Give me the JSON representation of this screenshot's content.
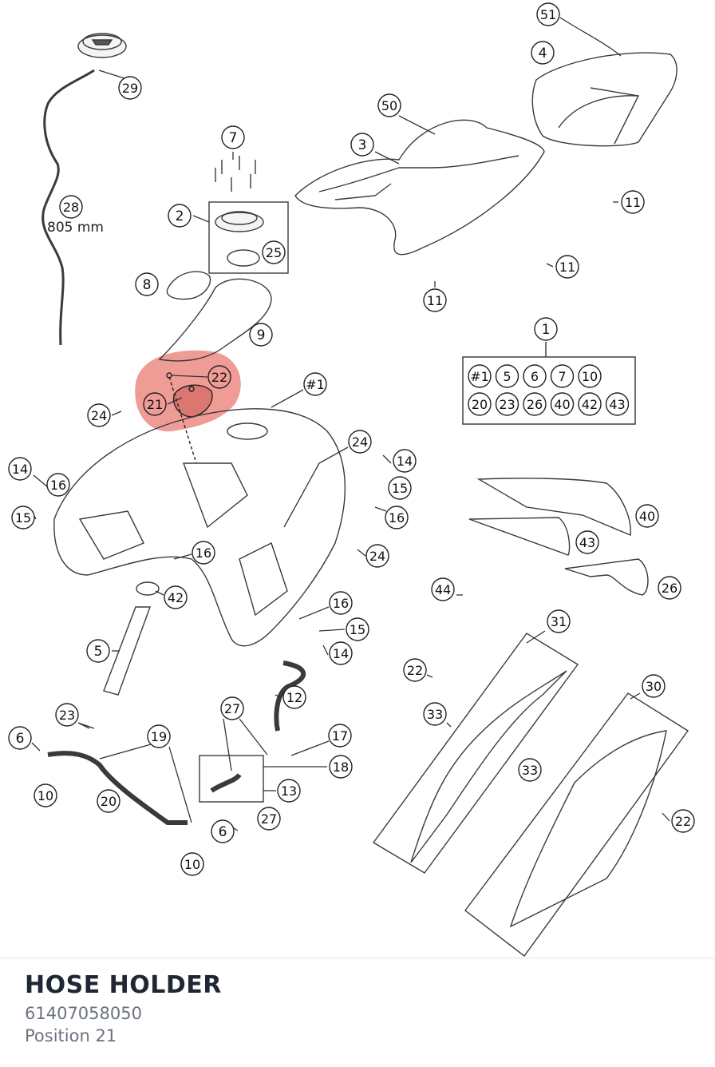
{
  "diagram": {
    "highlight_color": "#e8706a",
    "callouts": [
      {
        "label": "51",
        "highlight": false
      },
      {
        "label": "4",
        "highlight": false
      },
      {
        "label": "29",
        "highlight": false
      },
      {
        "label": "50",
        "highlight": false
      },
      {
        "label": "3",
        "highlight": false
      },
      {
        "label": "7",
        "highlight": false
      },
      {
        "label": "11",
        "highlight": false
      },
      {
        "label": "11",
        "highlight": false
      },
      {
        "label": "11",
        "highlight": false
      },
      {
        "label": "28",
        "highlight": false
      },
      {
        "label": "2",
        "highlight": false
      },
      {
        "label": "25",
        "highlight": false
      },
      {
        "label": "8",
        "highlight": false
      },
      {
        "label": "9",
        "highlight": false
      },
      {
        "label": "1",
        "highlight": false
      },
      {
        "label": "22",
        "highlight": true
      },
      {
        "label": "21",
        "highlight": true
      },
      {
        "label": "#1",
        "highlight": false
      },
      {
        "label": "24",
        "highlight": false
      },
      {
        "label": "24",
        "highlight": false
      },
      {
        "label": "14",
        "highlight": false
      },
      {
        "label": "14",
        "highlight": false
      },
      {
        "label": "16",
        "highlight": false
      },
      {
        "label": "15",
        "highlight": false
      },
      {
        "label": "15",
        "highlight": false
      },
      {
        "label": "16",
        "highlight": false
      },
      {
        "label": "40",
        "highlight": false
      },
      {
        "label": "43",
        "highlight": false
      },
      {
        "label": "24",
        "highlight": false
      },
      {
        "label": "16",
        "highlight": false
      },
      {
        "label": "44",
        "highlight": false
      },
      {
        "label": "42",
        "highlight": false
      },
      {
        "label": "26",
        "highlight": false
      },
      {
        "label": "16",
        "highlight": false
      },
      {
        "label": "31",
        "highlight": false
      },
      {
        "label": "15",
        "highlight": false
      },
      {
        "label": "5",
        "highlight": false
      },
      {
        "label": "14",
        "highlight": false
      },
      {
        "label": "22",
        "highlight": false
      },
      {
        "label": "30",
        "highlight": false
      },
      {
        "label": "12",
        "highlight": false
      },
      {
        "label": "27",
        "highlight": false
      },
      {
        "label": "33",
        "highlight": false
      },
      {
        "label": "23",
        "highlight": false
      },
      {
        "label": "19",
        "highlight": false
      },
      {
        "label": "17",
        "highlight": false
      },
      {
        "label": "6",
        "highlight": false
      },
      {
        "label": "18",
        "highlight": false
      },
      {
        "label": "33",
        "highlight": false
      },
      {
        "label": "13",
        "highlight": false
      },
      {
        "label": "10",
        "highlight": false
      },
      {
        "label": "20",
        "highlight": false
      },
      {
        "label": "27",
        "highlight": false
      },
      {
        "label": "22",
        "highlight": false
      },
      {
        "label": "6",
        "highlight": false
      },
      {
        "label": "10",
        "highlight": false
      }
    ],
    "hose_length_label": "805 mm",
    "kit_contents": [
      "#1",
      "5",
      "6",
      "7",
      "10",
      "20",
      "23",
      "26",
      "40",
      "42",
      "43"
    ]
  },
  "part": {
    "name": "HOSE HOLDER",
    "number": "61407058050",
    "position": "Position 21"
  }
}
